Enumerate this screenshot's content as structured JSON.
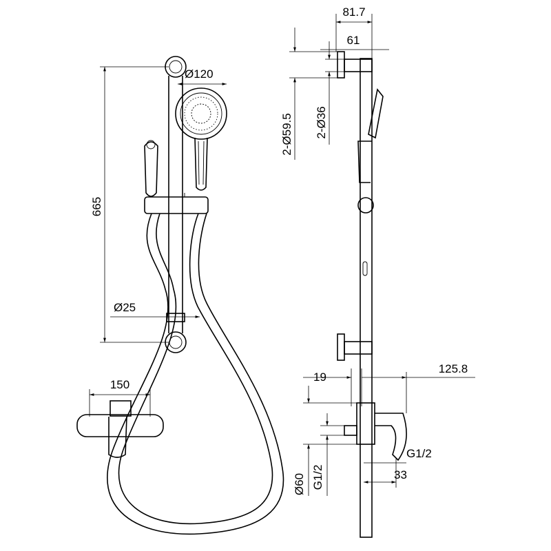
{
  "title": "Shower set technical drawing",
  "dimensions": {
    "slide_bar_height": "665",
    "head_diameter": "Ø120",
    "bar_diameter": "Ø25",
    "mixer_width": "150",
    "top_depth_total": "81.7",
    "top_depth": "61",
    "bracket_outer": "2-Ø59.5",
    "bracket_inner": "2-Ø36",
    "offset_19": "19",
    "projection": "125.8",
    "thread_right": "G1/2",
    "spout_33": "33",
    "flange_diameter": "Ø60",
    "thread_left": "G1/2"
  }
}
